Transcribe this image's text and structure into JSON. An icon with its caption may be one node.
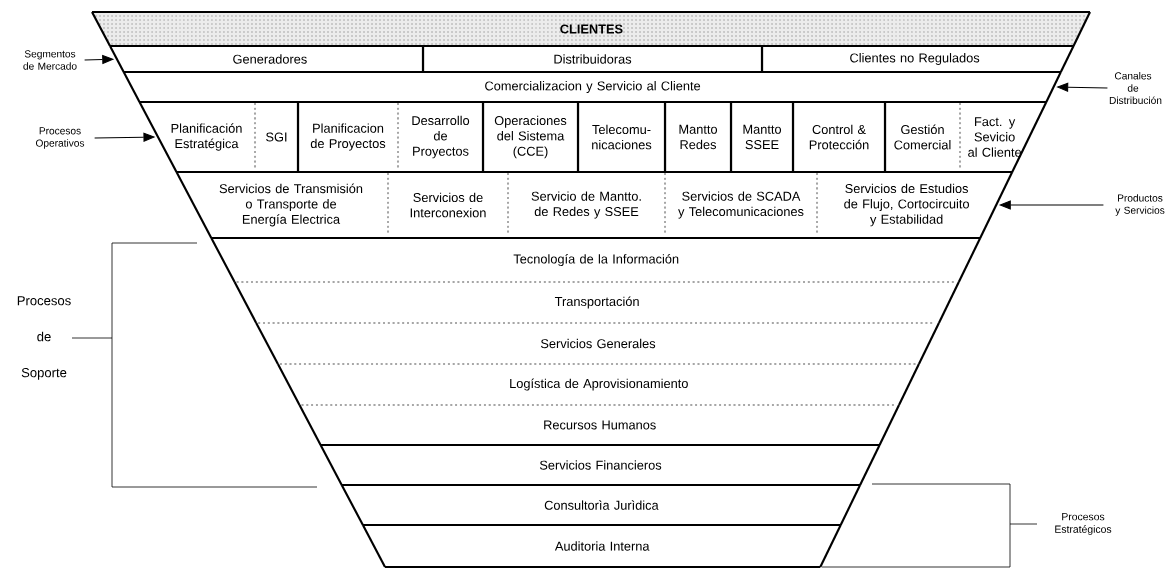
{
  "diagram": {
    "nodes": [
      {
        "text": [
          "CLIENTES"
        ]
      },
      {
        "text": [
          "Generadores"
        ]
      },
      {
        "text": [
          "Distribuidoras"
        ]
      },
      {
        "text": [
          "Clientes no Regulados"
        ]
      },
      {
        "text": [
          "Comercializacion y Servicio al Cliente"
        ]
      },
      {
        "text": [
          "Planificación Estratégica"
        ]
      },
      {
        "text": [
          "SGI"
        ]
      },
      {
        "text": [
          "Planificacion de Proyectos"
        ]
      },
      {
        "text": [
          "Desarrollo de Proyectos"
        ]
      },
      {
        "text": [
          "Operaciones del Sistema (CCE)"
        ]
      },
      {
        "text": [
          "Telecomu- nicaciones"
        ]
      },
      {
        "text": [
          "Mantto Redes"
        ]
      },
      {
        "text": [
          "Mantto SSEE"
        ]
      },
      {
        "text": [
          "Control & Protección"
        ]
      },
      {
        "text": [
          "Gestión Comercial"
        ]
      },
      {
        "text": [
          "Fact. y Sevicio al Cliente"
        ]
      },
      {
        "text": [
          "Servicios de Transmisión o Transporte de Energía Electrica"
        ]
      },
      {
        "text": [
          "Servicios de Interconexion"
        ]
      },
      {
        "text": [
          "Servicio de Mantto. de Redes y SSEE"
        ]
      },
      {
        "text": [
          "Servicios de SCADA y Telecomunicaciones"
        ]
      },
      {
        "text": [
          "Servicios de Estudios de Flujo, Cortocircuito y Estabilidad"
        ]
      },
      {
        "text": [
          "Tecnología de la Información"
        ]
      },
      {
        "text": [
          "Transportación"
        ]
      },
      {
        "text": [
          "Servicios Generales"
        ]
      },
      {
        "text": [
          "Logística de Aprovisionamiento"
        ]
      },
      {
        "text": [
          "Recursos Humanos"
        ]
      },
      {
        "text": [
          "Servicios Financieros"
        ]
      },
      {
        "text": [
          "Consultorìa Jurìdica"
        ]
      },
      {
        "text": [
          "Auditoria Interna"
        ]
      },
      {
        "text": [
          "Segmentos de Mercado"
        ]
      },
      {
        "text": [
          "Procesos Operativos"
        ]
      },
      {
        "text": [
          "Canales de Distribución"
        ]
      },
      {
        "text": [
          "Productos y Servicios"
        ]
      }
    ],
    "edges": [
      {
        "from": 29,
        "to": 1,
        "arrow": "to"
      },
      {
        "from": 30,
        "to": 5,
        "arrow": "to"
      },
      {
        "from": 31,
        "to": 4,
        "arrow": "to"
      },
      {
        "from": 32,
        "to": 20,
        "arrow": "to"
      }
    ],
    "labels": [
      "Procesos de Soporte",
      "Procesos Estratégicos"
    ]
  }
}
